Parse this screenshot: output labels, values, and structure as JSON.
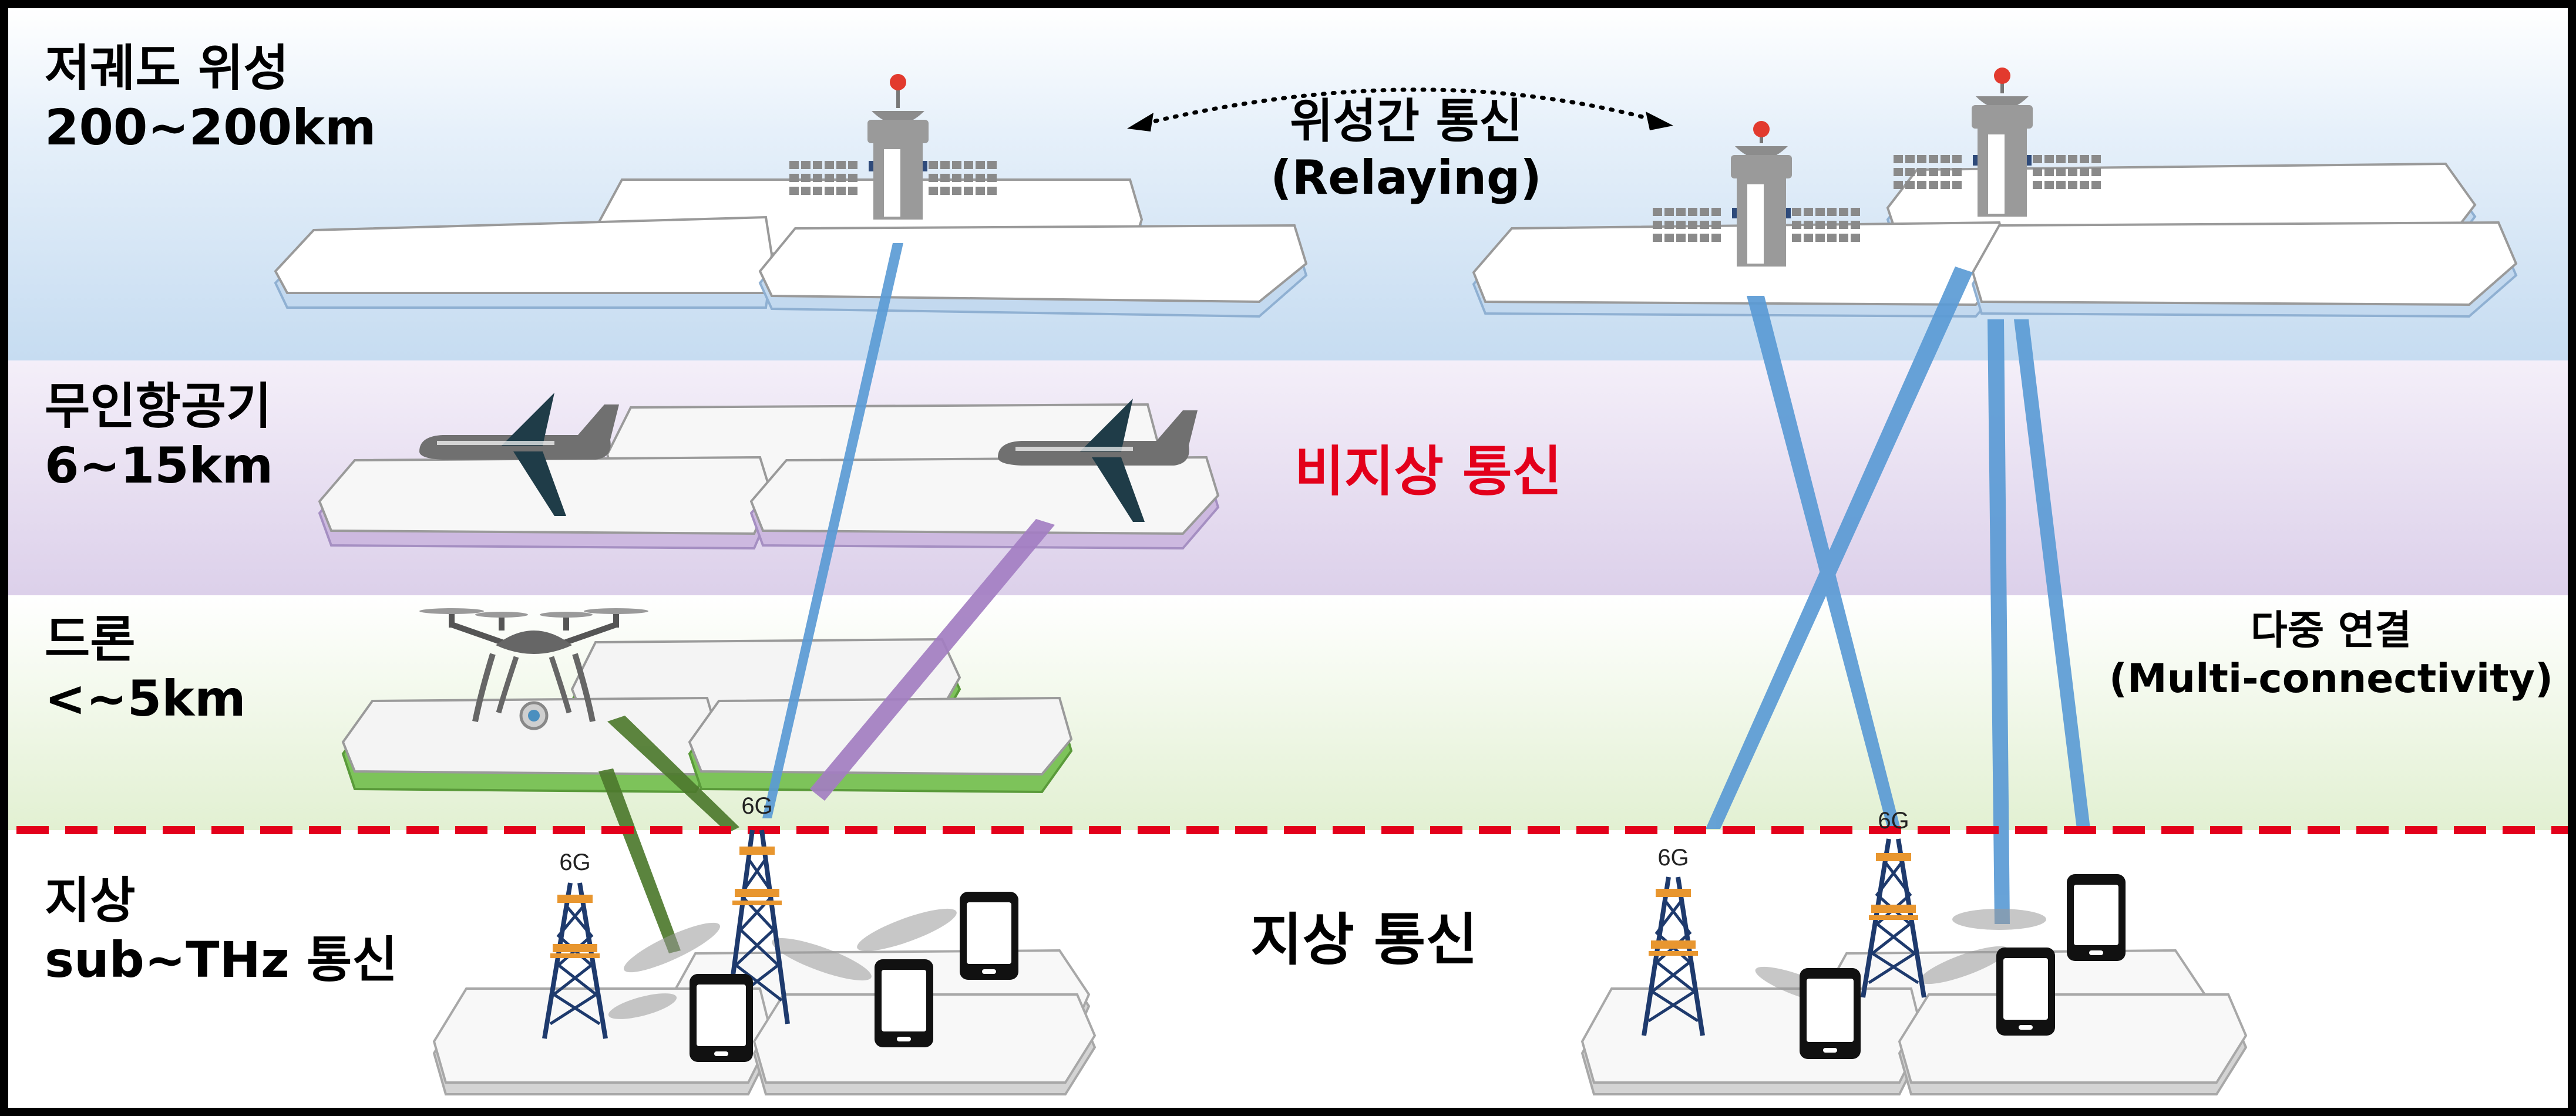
{
  "layers": {
    "satellite": {
      "name": "저궤도 위성",
      "range": "200~200km"
    },
    "uav": {
      "name": "무인항공기",
      "range": "6~15km"
    },
    "drone": {
      "name": "드론",
      "range": "<~5km"
    },
    "ground": {
      "name": "지상",
      "range": "sub~THz 통신"
    }
  },
  "annotations": {
    "inter_satellite": "위성간 통신",
    "relaying": "(Relaying)",
    "non_terrestrial": "비지상 통신",
    "terrestrial": "지상 통신",
    "multi_connectivity_ko": "다중 연결",
    "multi_connectivity_en": "(Multi-connectivity)"
  },
  "tower_label": "6G",
  "colors": {
    "satellite_band": "#cfe1f3",
    "uav_band": "#e2d8ee",
    "drone_band": "#e3f2d3",
    "beam_blue": "#5b9bd5",
    "beam_purple": "#a37ec2",
    "beam_green": "#4e7a2e",
    "boundary_dash": "#e3001b",
    "non_terrestrial_text": "#e3001b"
  }
}
